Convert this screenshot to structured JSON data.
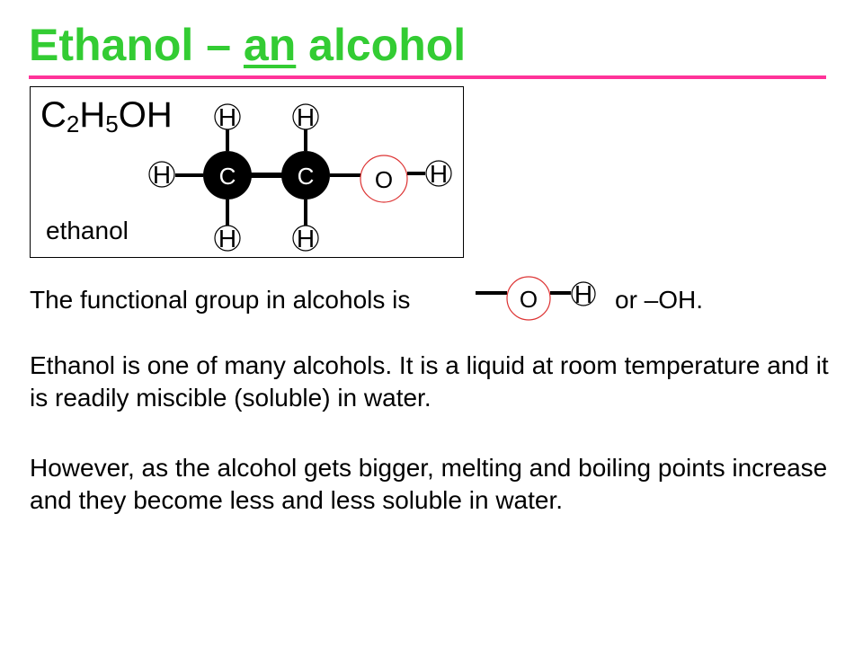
{
  "title": {
    "part1": "Ethanol – ",
    "part2": "an",
    "part3": " alcohol",
    "color": "#33cc33",
    "rule_color": "#ff3399"
  },
  "molecule": {
    "formula": {
      "c": "C",
      "c_sub": "2",
      "h": "H",
      "h_sub": "5",
      "oh": "OH"
    },
    "name": "ethanol",
    "atoms": {
      "h_top_1": "H",
      "h_top_2": "H",
      "h_left": "H",
      "c_1": "C",
      "c_2": "C",
      "o": "O",
      "h_right": "H",
      "h_bottom_1": "H",
      "h_bottom_2": "H"
    },
    "oxygen_ring_color": "#dd3333"
  },
  "functional_group": {
    "text_before": "The functional group in alcohols is",
    "o": "O",
    "h": "H",
    "text_after": "or –OH."
  },
  "paragraphs": [
    "Ethanol is one of many alcohols.  It is a liquid at room temperature and it is readily miscible (soluble) in water.",
    "However, as the alcohol gets bigger, melting and boiling points increase and they become less and less soluble in water."
  ]
}
